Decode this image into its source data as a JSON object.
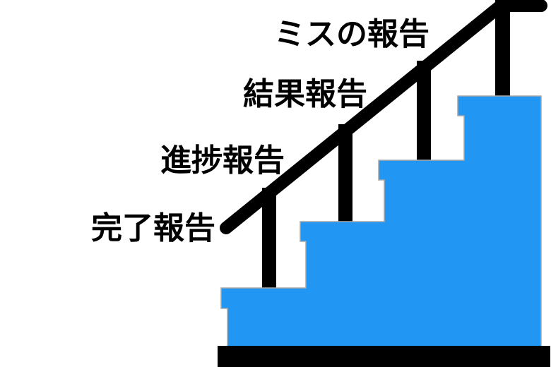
{
  "diagram": {
    "type": "staircase-steps",
    "background_color": "#ffffff",
    "stair_color": "#2196F3",
    "stair_edge_color": "#a9a9a9",
    "rail_color": "#000000",
    "text_color": "#000000",
    "steps_count": 4,
    "labels": [
      {
        "id": "completion-report",
        "text": "完了報告",
        "step": 1
      },
      {
        "id": "progress-report",
        "text": "進捗報告",
        "step": 2
      },
      {
        "id": "result-report",
        "text": "結果報告",
        "step": 3
      },
      {
        "id": "mistake-report",
        "text": "ミスの報告",
        "step": 4
      }
    ]
  }
}
